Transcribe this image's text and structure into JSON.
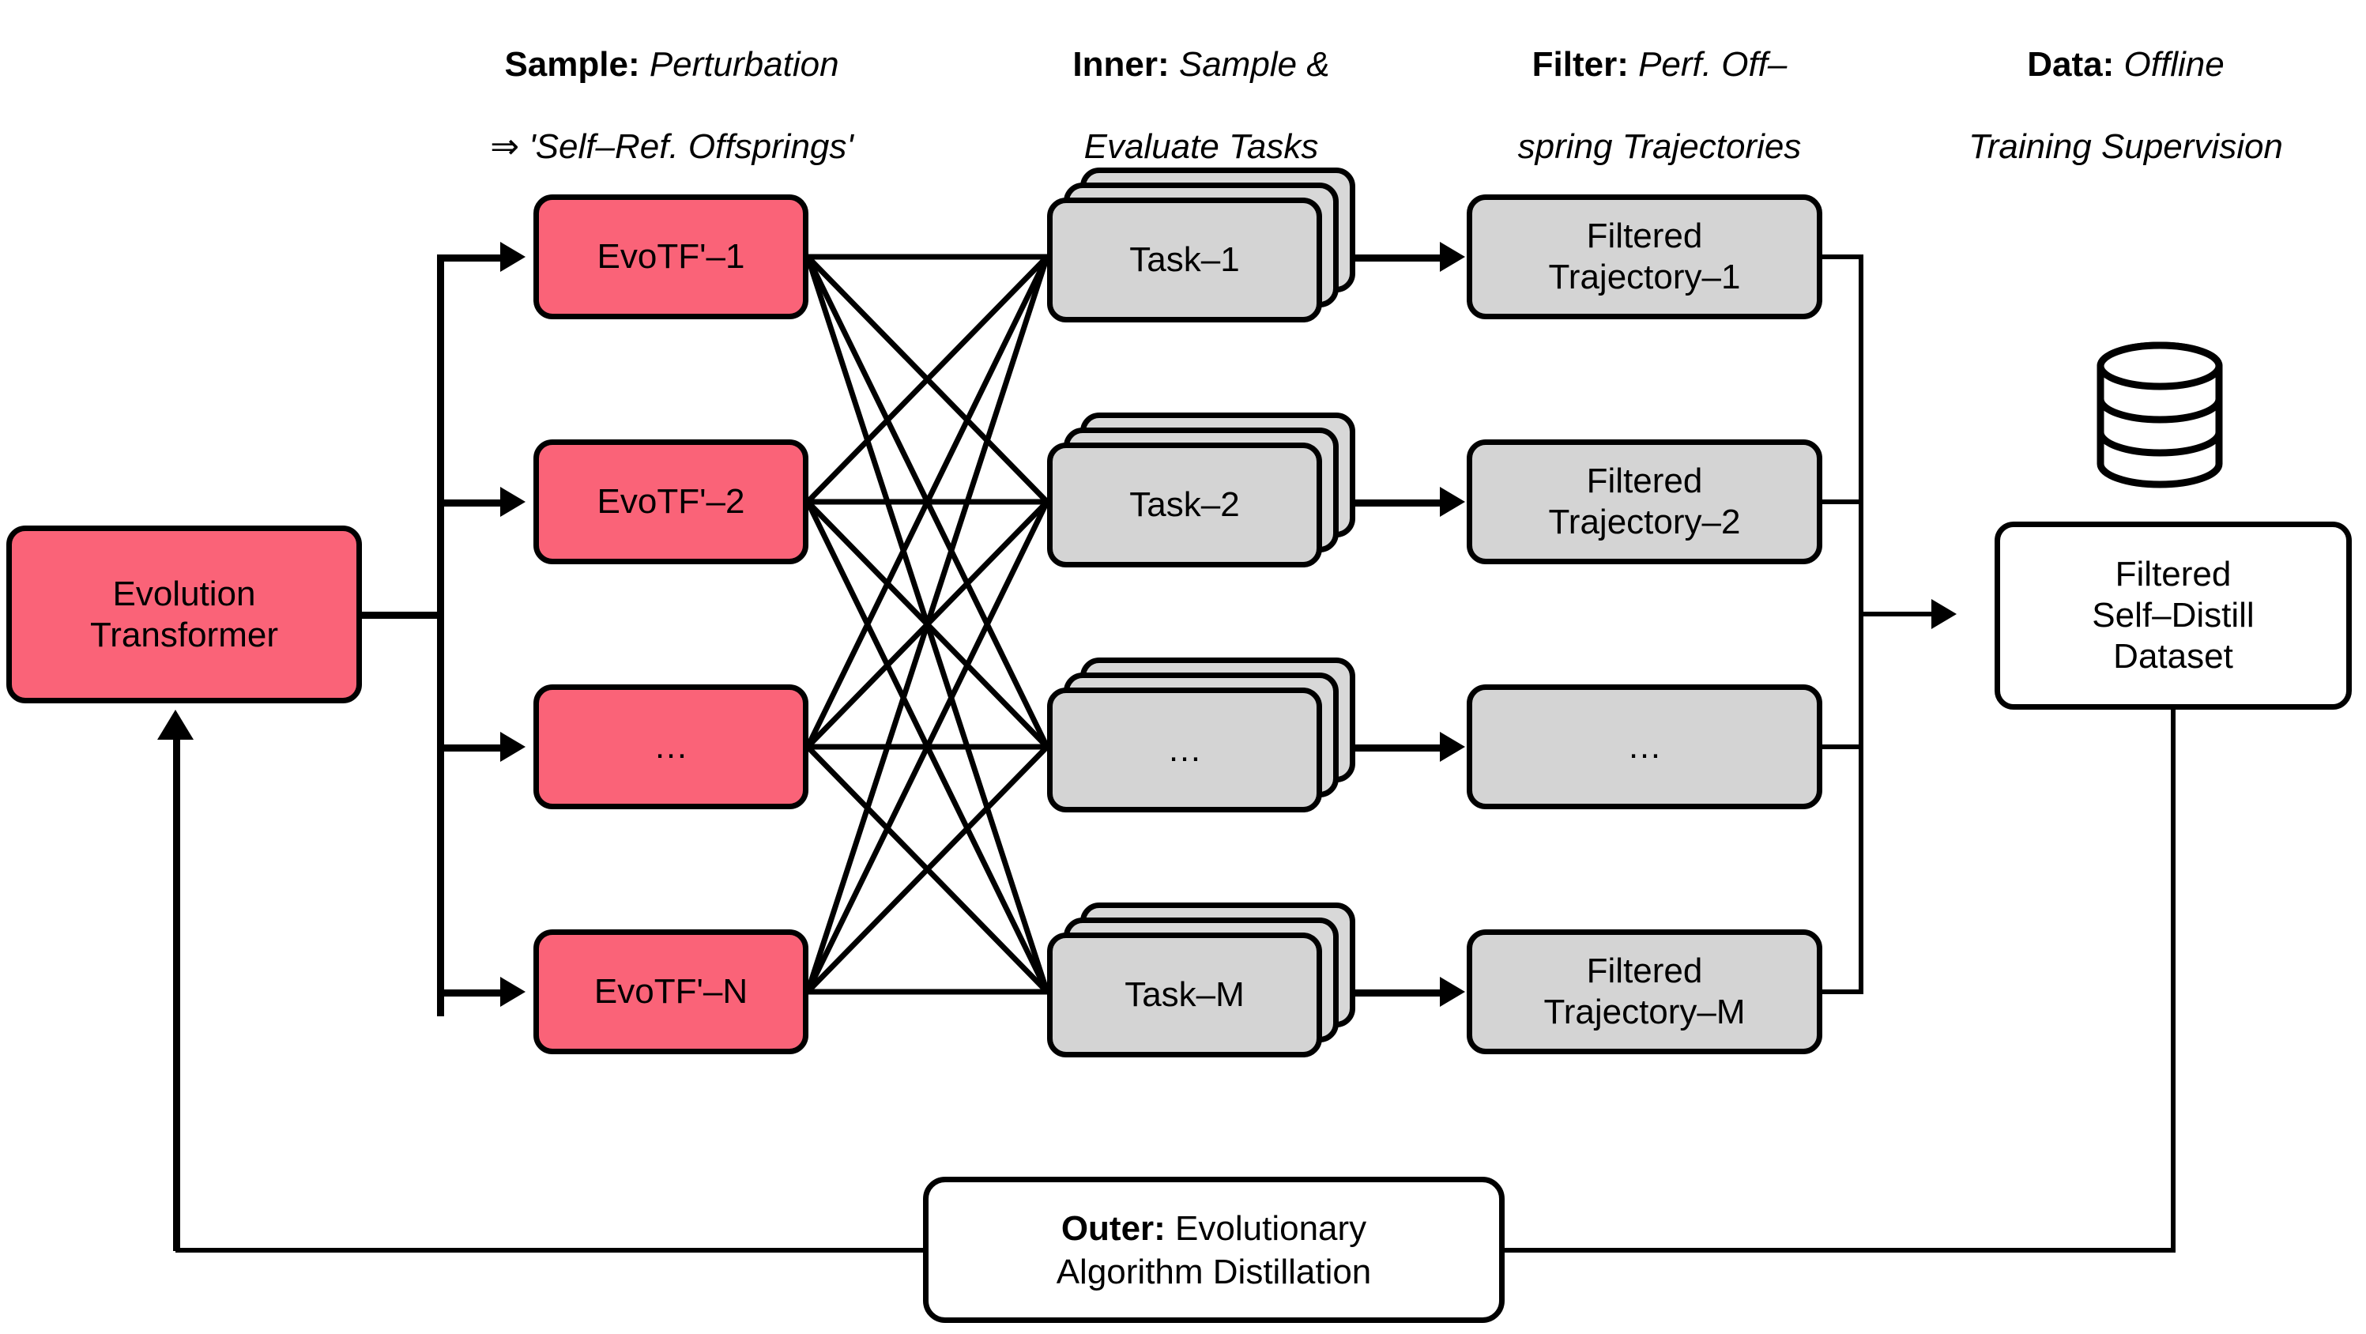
{
  "diagram": {
    "title": "Evolution Transformer self-referential evolutionary algorithm distillation loop",
    "colors": {
      "pink": "#fa6378",
      "gray": "#d4d4d4",
      "gray_light": "#d8d8d8",
      "stroke": "#000000",
      "background": "#ffffff"
    }
  },
  "columns": [
    {
      "id": "sample",
      "bold": "Sample:",
      "rest": " Perturbation",
      "line2": "⇒ 'Self–Ref. Offsprings'"
    },
    {
      "id": "inner",
      "bold": "Inner:",
      "rest": " Sample &",
      "line2": "Evaluate Tasks"
    },
    {
      "id": "filter",
      "bold": "Filter:",
      "rest": " Perf. Off–",
      "line2": "spring Trajectories"
    },
    {
      "id": "data",
      "bold": "Data:",
      "rest": " Offline",
      "line2": "Training Supervision"
    }
  ],
  "source_node": {
    "label": "Evolution\nTransformer"
  },
  "offsprings": [
    {
      "label": "EvoTF'–1"
    },
    {
      "label": "EvoTF'–2"
    },
    {
      "label": "…"
    },
    {
      "label": "EvoTF'–N"
    }
  ],
  "tasks": [
    {
      "label": "Task–1"
    },
    {
      "label": "Task–2"
    },
    {
      "label": "…"
    },
    {
      "label": "Task–M"
    }
  ],
  "trajectories": [
    {
      "label": "Filtered\nTrajectory–1"
    },
    {
      "label": "Filtered\nTrajectory–2"
    },
    {
      "label": "…"
    },
    {
      "label": "Filtered\nTrajectory–M"
    }
  ],
  "dataset_node": {
    "label": "Filtered\nSelf–Distill\nDataset",
    "icon": "database-icon"
  },
  "outer_node": {
    "bold": "Outer:",
    "rest": " Evolutionary",
    "line2": "Algorithm Distillation"
  }
}
